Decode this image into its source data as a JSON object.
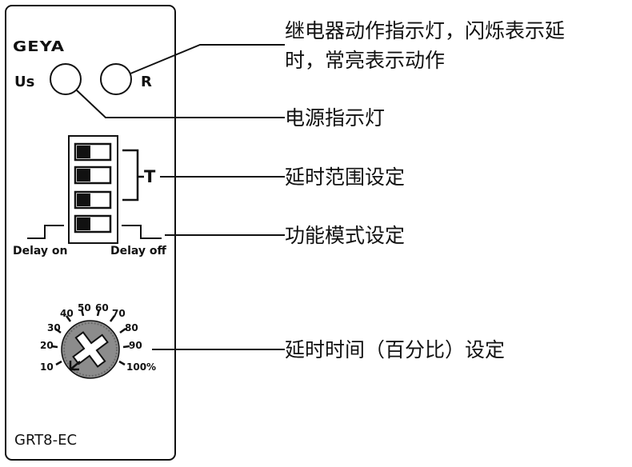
{
  "device": {
    "brand": "GEYA",
    "led_us_label": "Us",
    "led_r_label": "R",
    "dip_group_label": "T",
    "delay_on_label": "Delay on",
    "delay_off_label": "Delay off",
    "dial_scale": [
      "10",
      "20",
      "30",
      "40",
      "50",
      "60",
      "70",
      "80",
      "90",
      "100%"
    ],
    "model": "GRT8-EC"
  },
  "callouts": {
    "relay_led_line1": "继电器动作指示灯，闪烁表示延",
    "relay_led_line2": "时，常亮表示动作",
    "power_led": "电源指示灯",
    "time_range": "延时范围设定",
    "function_mode": "功能模式设定",
    "delay_percent": "延时时间（百分比）设定"
  }
}
